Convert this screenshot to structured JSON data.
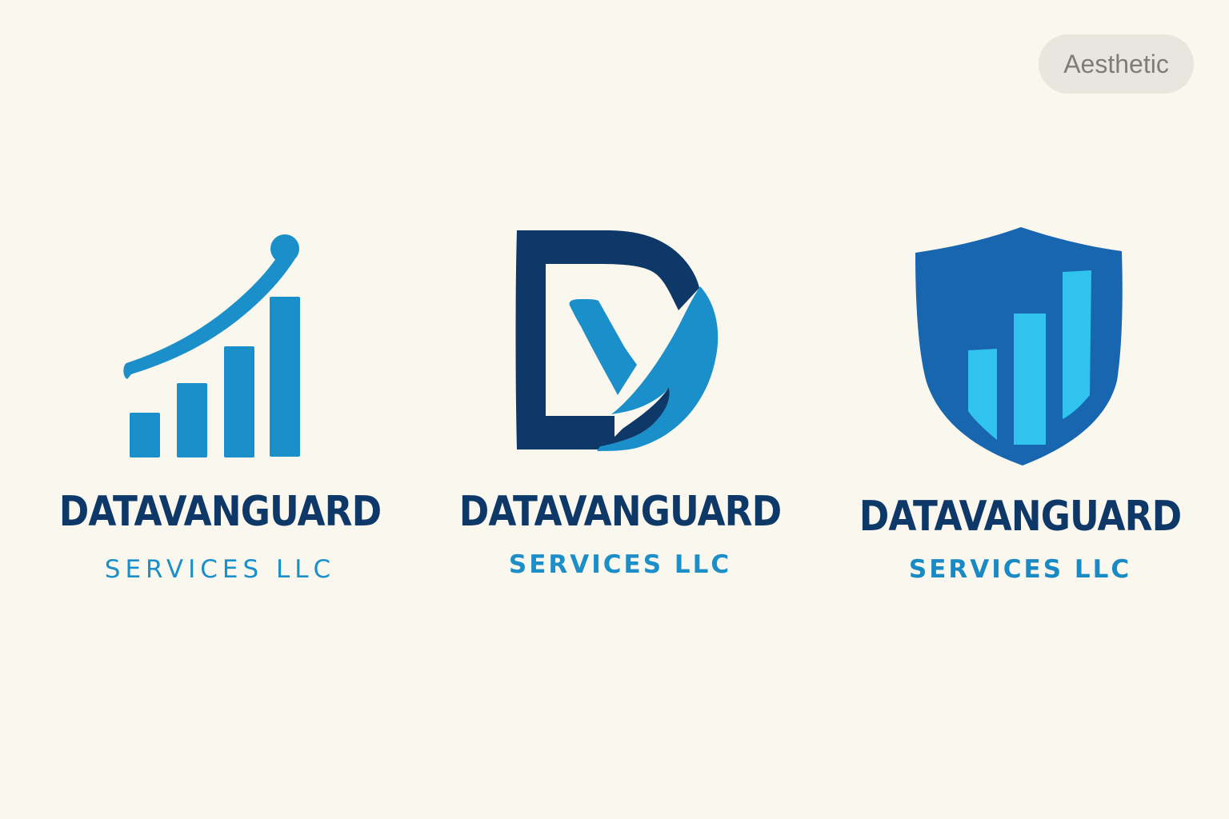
{
  "tag": {
    "label": "Aesthetic"
  },
  "logos": [
    {
      "icon": "rising-bar-chart-icon",
      "name": "DATAVANGUARD",
      "tagline": "SERVICES LLC"
    },
    {
      "icon": "letter-d-monogram-icon",
      "name": "DATAVANGUARD",
      "tagline": "SERVICES LLC"
    },
    {
      "icon": "shield-bar-chart-icon",
      "name": "DATAVANGUARD",
      "tagline": "SERVICES LLC"
    }
  ],
  "colors": {
    "background": "#faf7ee",
    "navy": "#0d3868",
    "blue": "#1a8fc9",
    "shield": "#1966b0",
    "cyan": "#2fc3ee"
  }
}
